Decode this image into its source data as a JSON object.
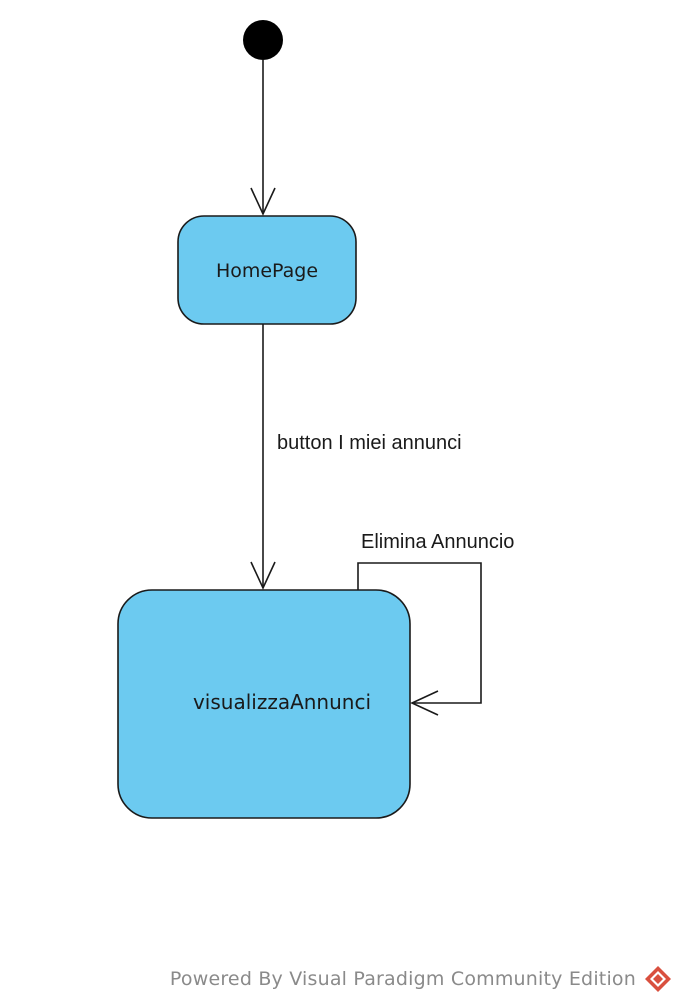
{
  "diagram": {
    "states": [
      {
        "id": "homepage",
        "label": "HomePage"
      },
      {
        "id": "visualizza",
        "label": "visualizzaAnnunci"
      }
    ],
    "transitions": [
      {
        "from": "initial",
        "to": "homepage",
        "label": ""
      },
      {
        "from": "homepage",
        "to": "visualizza",
        "label": "button I miei annunci"
      },
      {
        "from": "visualizza",
        "to": "visualizza",
        "label": "Elimina Annuncio"
      }
    ]
  },
  "footer": {
    "watermark": "Powered By Visual Paradigm Community Edition",
    "logo_icon": "visual-paradigm-logo-icon"
  },
  "colors": {
    "state_fill": "#6ccaf0",
    "stroke": "#1a1a1a",
    "logo": "#d9503f"
  }
}
